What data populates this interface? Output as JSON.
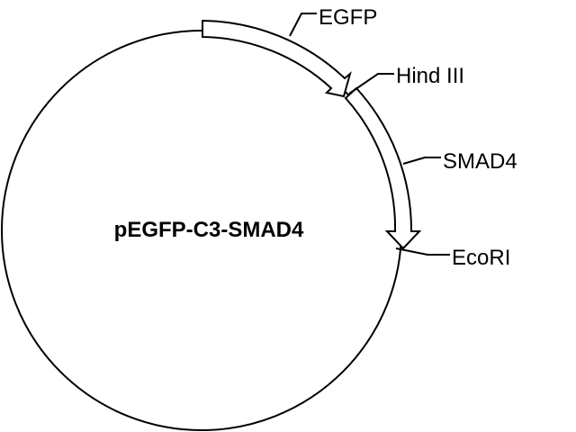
{
  "plasmid": {
    "name": "pEGFP-C3-SMAD4"
  },
  "features": [
    {
      "label": "EGFP"
    },
    {
      "label": "SMAD4"
    }
  ],
  "sites": [
    {
      "label": "Hind III"
    },
    {
      "label": "EcoRI"
    }
  ],
  "colors": {
    "line": "#000000",
    "arrow_fill": "#ffffff",
    "background": "#ffffff"
  }
}
